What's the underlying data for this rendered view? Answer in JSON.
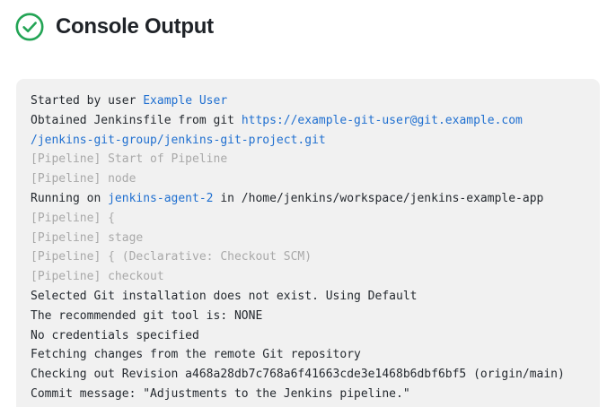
{
  "header": {
    "title": "Console Output",
    "status_icon": "check-circle-icon",
    "status_color": "#23a455"
  },
  "theme": {
    "page_background": "#ffffff",
    "panel_background": "#f1f1f1",
    "text_color": "#24292f",
    "link_color": "#1f6fd0",
    "muted_color": "#a9a9a9",
    "success_color": "#23a455"
  },
  "console": {
    "lines": [
      {
        "segments": [
          {
            "text": "Started by user ",
            "style": "plain"
          },
          {
            "text": "Example User",
            "style": "link"
          }
        ]
      },
      {
        "segments": [
          {
            "text": "Obtained Jenkinsfile from git ",
            "style": "plain"
          },
          {
            "text": "https://example-git-user@git.example.com",
            "style": "link"
          }
        ]
      },
      {
        "segments": [
          {
            "text": "/jenkins-git-group/jenkins-git-project.git",
            "style": "link"
          }
        ]
      },
      {
        "segments": [
          {
            "text": "[Pipeline] Start of Pipeline",
            "style": "muted"
          }
        ]
      },
      {
        "segments": [
          {
            "text": "[Pipeline] node",
            "style": "muted"
          }
        ]
      },
      {
        "segments": [
          {
            "text": "Running on ",
            "style": "plain"
          },
          {
            "text": "jenkins-agent-2",
            "style": "link"
          },
          {
            "text": " in /home/jenkins/workspace/jenkins-example-app",
            "style": "plain"
          }
        ]
      },
      {
        "segments": [
          {
            "text": "[Pipeline] {",
            "style": "muted"
          }
        ]
      },
      {
        "segments": [
          {
            "text": "[Pipeline] stage",
            "style": "muted"
          }
        ]
      },
      {
        "segments": [
          {
            "text": "[Pipeline] { (Declarative: Checkout SCM)",
            "style": "muted"
          }
        ]
      },
      {
        "segments": [
          {
            "text": "[Pipeline] checkout",
            "style": "muted"
          }
        ]
      },
      {
        "segments": [
          {
            "text": "Selected Git installation does not exist. Using Default",
            "style": "plain"
          }
        ]
      },
      {
        "segments": [
          {
            "text": "The recommended git tool is: NONE",
            "style": "plain"
          }
        ]
      },
      {
        "segments": [
          {
            "text": "No credentials specified",
            "style": "plain"
          }
        ]
      },
      {
        "segments": [
          {
            "text": "Fetching changes from the remote Git repository",
            "style": "plain"
          }
        ]
      },
      {
        "segments": [
          {
            "text": "Checking out Revision a468a28db7c768a6f41663cde3e1468b6dbf6bf5 (origin/main)",
            "style": "plain"
          }
        ]
      },
      {
        "segments": [
          {
            "text": "Commit message: \"Adjustments to the Jenkins pipeline.\"",
            "style": "plain"
          }
        ]
      }
    ]
  }
}
